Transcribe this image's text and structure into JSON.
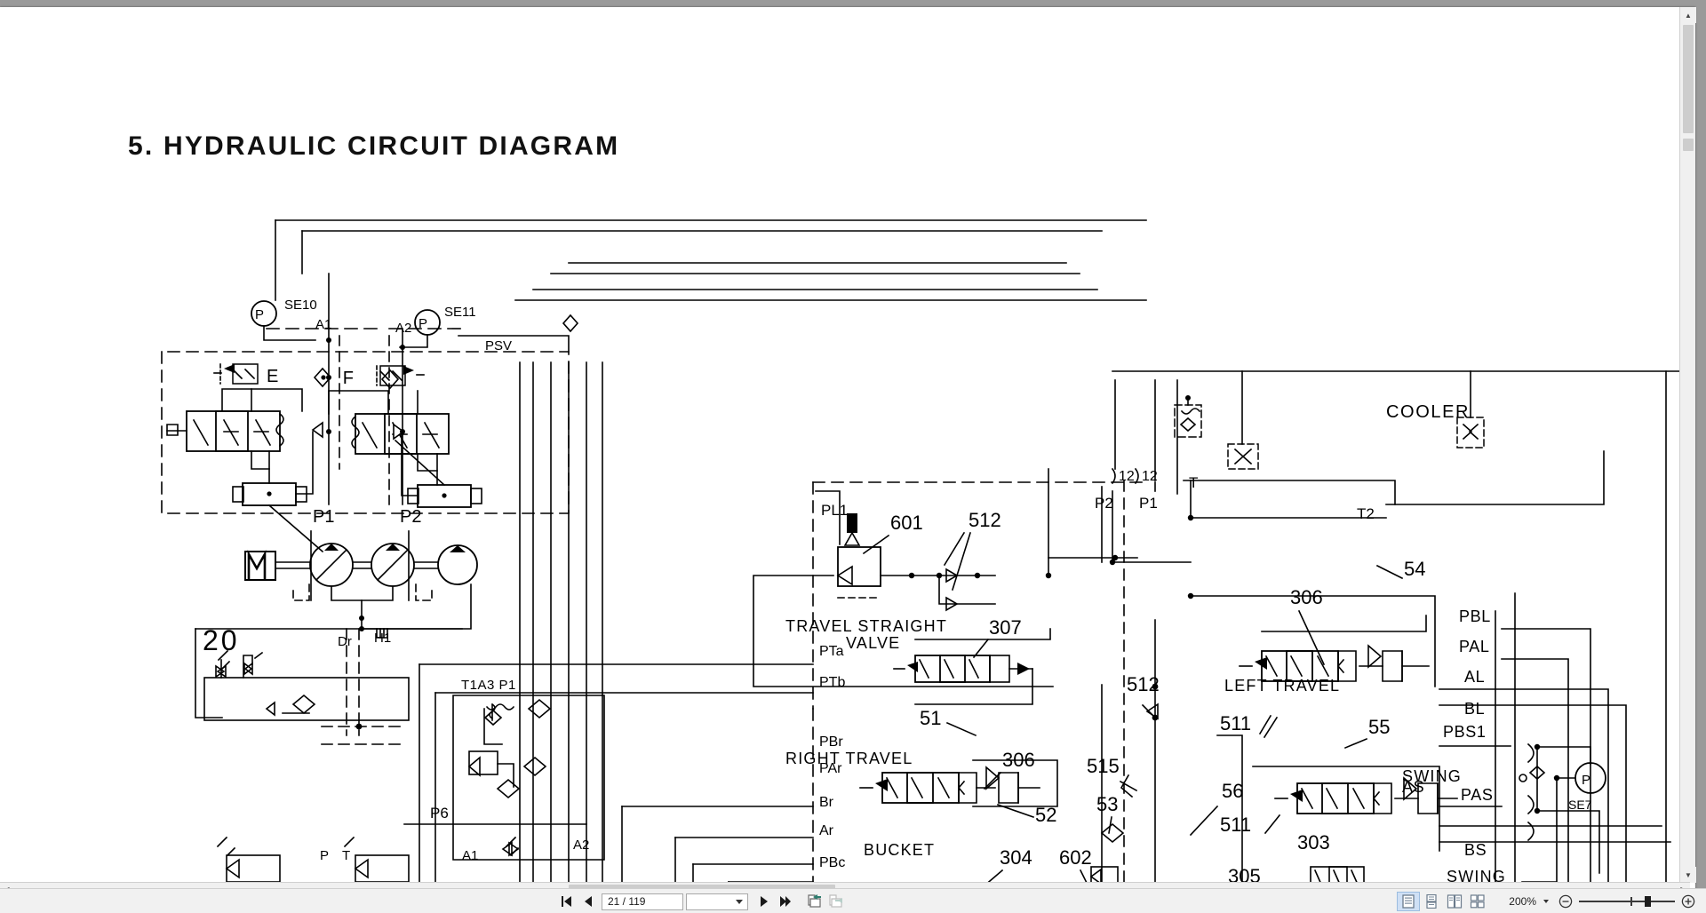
{
  "document": {
    "title": "5. HYDRAULIC CIRCUIT DIAGRAM",
    "labels": {
      "se10": "SE10",
      "se11": "SE11",
      "se7": "SE7",
      "a1": "A1",
      "a2": "A2",
      "psv": "PSV",
      "e": "E",
      "f": "F",
      "p1": "P1",
      "p2": "P2",
      "m": "M",
      "twenty": "20",
      "dr": "Dr",
      "h1": "H1",
      "t1a3p1": "T1A3 P1",
      "p6": "P6",
      "p_small": "P",
      "t_small": "T",
      "a1_small": "A1",
      "a2_small": "A2",
      "cooler": "COOLER",
      "t": "T",
      "t2": "T2",
      "p2_top": "P2",
      "p1_top": "P1",
      "twelve_a": "12",
      "twelve_b": "12",
      "pl1": "PL1",
      "n601": "601",
      "n512a": "512",
      "n512b": "512",
      "n54": "54",
      "n55": "55",
      "n56": "56",
      "n51": "51",
      "n52": "52",
      "n53": "53",
      "n306a": "306",
      "n306b": "306",
      "n307": "307",
      "n303": "303",
      "n304": "304",
      "n305": "305",
      "n511a": "511",
      "n511b": "511",
      "n515": "515",
      "n602": "602",
      "travel_straight_valve_l1": "TRAVEL STRAIGHT",
      "travel_straight_valve_l2": "VALVE",
      "pta": "PTa",
      "ptb": "PTb",
      "pbr": "PBr",
      "par": "PAr",
      "br": "Br",
      "ar": "Ar",
      "pbc": "PBc",
      "right_travel": "RIGHT TRAVEL",
      "bucket": "BUCKET",
      "left_travel": "LEFT TRAVEL",
      "swing": "SWING",
      "swing2": "SWING",
      "pbl": "PBL",
      "pal": "PAL",
      "al": "AL",
      "bl": "BL",
      "pbs1": "PBS1",
      "pas": "PAS",
      "as": "AS",
      "bs": "BS"
    }
  },
  "toolbar": {
    "first_page_title": "First Page",
    "prev_page_title": "Previous Page",
    "page_indicator": "21 / 119",
    "page_select_value": "",
    "next_page_title": "Next Page",
    "last_page_title": "Last Page",
    "back_view_title": "Previous View",
    "forward_view_title": "Next View",
    "view_single": "Single Page View",
    "view_continuous": "Continuous Page View",
    "view_two_up": "Two Page View",
    "view_two_up_continuous": "Two Page Continuous View",
    "zoom_level": "200%",
    "zoom_out_title": "Zoom Out",
    "zoom_in_title": "Zoom In"
  },
  "colors": {
    "accent": "#4a90d9",
    "toolbar_bg": "#f1f1f1",
    "page_bg": "#ffffff",
    "ink": "#000000",
    "viewport_bg": "#9a9a9a",
    "active_tab_bg": "#cfe0f5"
  }
}
